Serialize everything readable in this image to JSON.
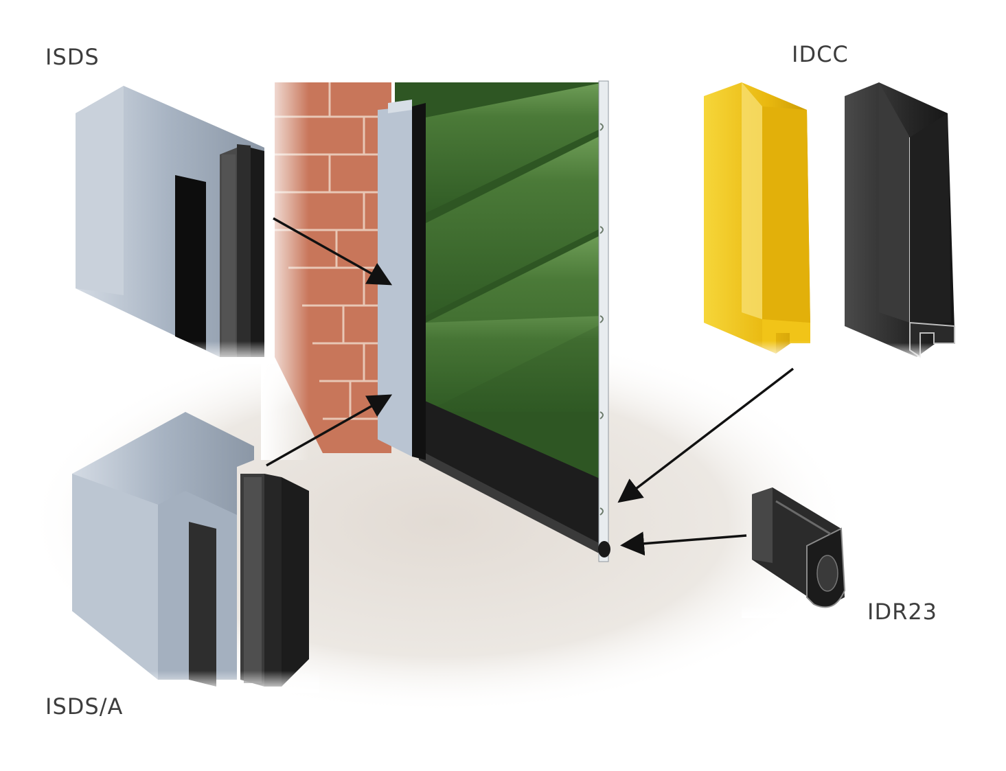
{
  "labels": {
    "isds": "ISDS",
    "idcc": "IDCC",
    "isds_a": "ISDS/A",
    "idr23": "IDR23"
  },
  "colors": {
    "door_green": "#3f6b2f",
    "brick": "#c8765a",
    "steel": "#aab6c6",
    "yellow_seal": "#f2c81a",
    "black_seal": "#2a2a2a",
    "arrow": "#111111",
    "label_text": "#3d3d3d"
  }
}
